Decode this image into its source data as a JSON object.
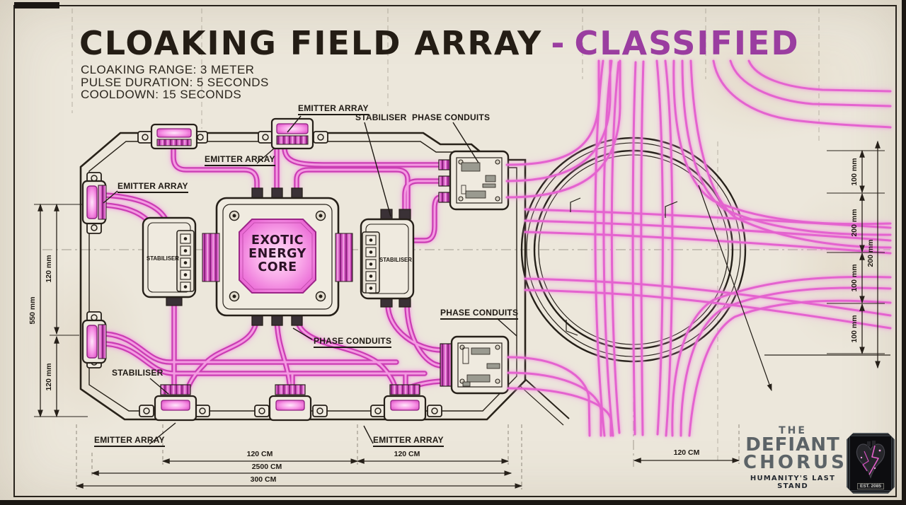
{
  "title": {
    "main": "CLOAKING FIELD ARRAY",
    "separator": "-",
    "classified": "CLASSIFIED"
  },
  "specs": {
    "range": "CLOAKING RANGE: 3 METER",
    "pulse": "PULSE DURATION: 5 SECONDS",
    "cooldown": "COOLDOWN: 15 SECONDS"
  },
  "components": {
    "emitter_array": "EMITTER ARRAY",
    "stabiliser": "STABILISER",
    "phase_conduits": "PHASE CONDUITS",
    "core_line1": "EXOTIC",
    "core_line2": "ENERGY",
    "core_line3": "CORE"
  },
  "dimensions": {
    "left_total": "550 mm",
    "left_upper": "120 mm",
    "left_lower": "120 mm",
    "right_seg1": "100 mm",
    "right_seg2": "200 mm",
    "right_seg3": "100 mm",
    "right_seg4": "100 mm",
    "right_outer": "200 mm",
    "bottom_inner": "120 CM",
    "bottom_right": "120 CM",
    "bottom_mid": "2500 CM",
    "bottom_outer": "300 CM",
    "ring_width": "120 CM"
  },
  "logo": {
    "line1": "THE",
    "line2": "DEFIANT",
    "line3": "CHORUS",
    "tagline": "HUMANITY'S LAST STAND",
    "badge_est": "EST. 2085"
  },
  "colors": {
    "paper": "#ece7db",
    "ink": "#262019",
    "cable": "#e25bcd",
    "cable_glow": "#f6a9e8",
    "classified": "#9a3da0",
    "logo_grey": "#5c6367"
  }
}
